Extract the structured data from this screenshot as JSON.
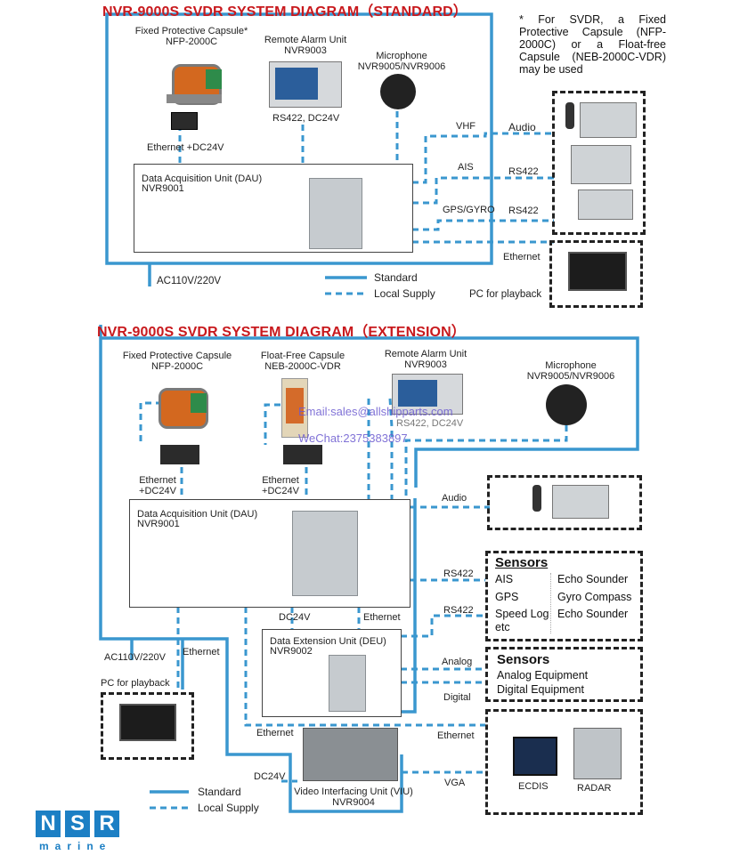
{
  "standard": {
    "title": "NVR-9000S SVDR SYSTEM DIAGRAM（STANDARD）",
    "note": "* For SVDR, a Fixed Protective Capsule (NFP-2000C) or a Float-free Capsule (NEB-2000C-VDR) may be used",
    "fixed_capsule": {
      "name": "Fixed Protective Capsule*",
      "model": "NFP-2000C"
    },
    "remote_alarm": {
      "name": "Remote Alarm Unit",
      "model": "NVR9003",
      "conn": "RS422, DC24V"
    },
    "microphone": {
      "name": "Microphone",
      "model": "NVR9005/NVR9006"
    },
    "capsule_conn": "Ethernet +DC24V",
    "dau": {
      "name": "Data Acquisition Unit (DAU)",
      "model": "NVR9001"
    },
    "vhf": "VHF",
    "audio": "Audio",
    "ais": "AIS",
    "rs422_a": "RS422",
    "gps": "GPS/GYRO",
    "rs422_b": "RS422",
    "ethernet": "Ethernet",
    "power": "AC110V/220V",
    "legend_standard": "Standard",
    "legend_local": "Local Supply",
    "pc": "PC for playback"
  },
  "extension": {
    "title": "NVR-9000S SVDR SYSTEM DIAGRAM（EXTENSION）",
    "fixed_capsule": {
      "name": "Fixed Protective Capsule",
      "model": "NFP-2000C"
    },
    "float_capsule": {
      "name": "Float-Free Capsule",
      "model": "NEB-2000C-VDR"
    },
    "remote_alarm": {
      "name": "Remote Alarm Unit",
      "model": "NVR9003",
      "conn": "RS422, DC24V"
    },
    "microphone": {
      "name": "Microphone",
      "model": "NVR9005/NVR9006"
    },
    "eth1": "Ethernet",
    "dc1": "+DC24V",
    "eth2": "Ethernet",
    "dc2": "+DC24V",
    "dau": {
      "name": "Data Acquisition Unit (DAU)",
      "model": "NVR9001"
    },
    "audio": "Audio",
    "rs422_1": "RS422",
    "rs422_2": "RS422",
    "sensors1": {
      "title": "Sensors",
      "col1": [
        "AIS",
        "GPS",
        "Speed Log",
        "etc"
      ],
      "col2": [
        "Echo Sounder",
        "Gyro Compass",
        "Echo Sounder"
      ]
    },
    "dc24v": "DC24V",
    "eth_dau": "Ethernet",
    "deu": {
      "name": "Data Extension Unit (DEU)",
      "model": "NVR9002"
    },
    "analog": "Analog",
    "digital": "Digital",
    "sensors2": {
      "title": "Sensors",
      "items": [
        "Analog Equipment",
        "Digital Equipment"
      ]
    },
    "power": "AC110V/220V",
    "eth_pc": "Ethernet",
    "pc": "PC for playback",
    "eth_viu_l": "Ethernet",
    "eth_viu_r": "Ethernet",
    "dc_viu": "DC24V",
    "vga": "VGA",
    "viu": {
      "name": "Video Interfacing Unit (VIU)",
      "model": "NVR9004"
    },
    "ecdis": "ECDIS",
    "radar": "RADAR",
    "legend_standard": "Standard",
    "legend_local": "Local Supply"
  },
  "watermark": {
    "email": "Email:sales@allshipparts.com",
    "wechat": "WeChat:2375383897"
  },
  "logo": {
    "letters": [
      "N",
      "S",
      "R"
    ],
    "sub": "marine"
  },
  "colors": {
    "line": "#3a97cf",
    "title": "#c8191d",
    "brand": "#1c7fc4"
  }
}
